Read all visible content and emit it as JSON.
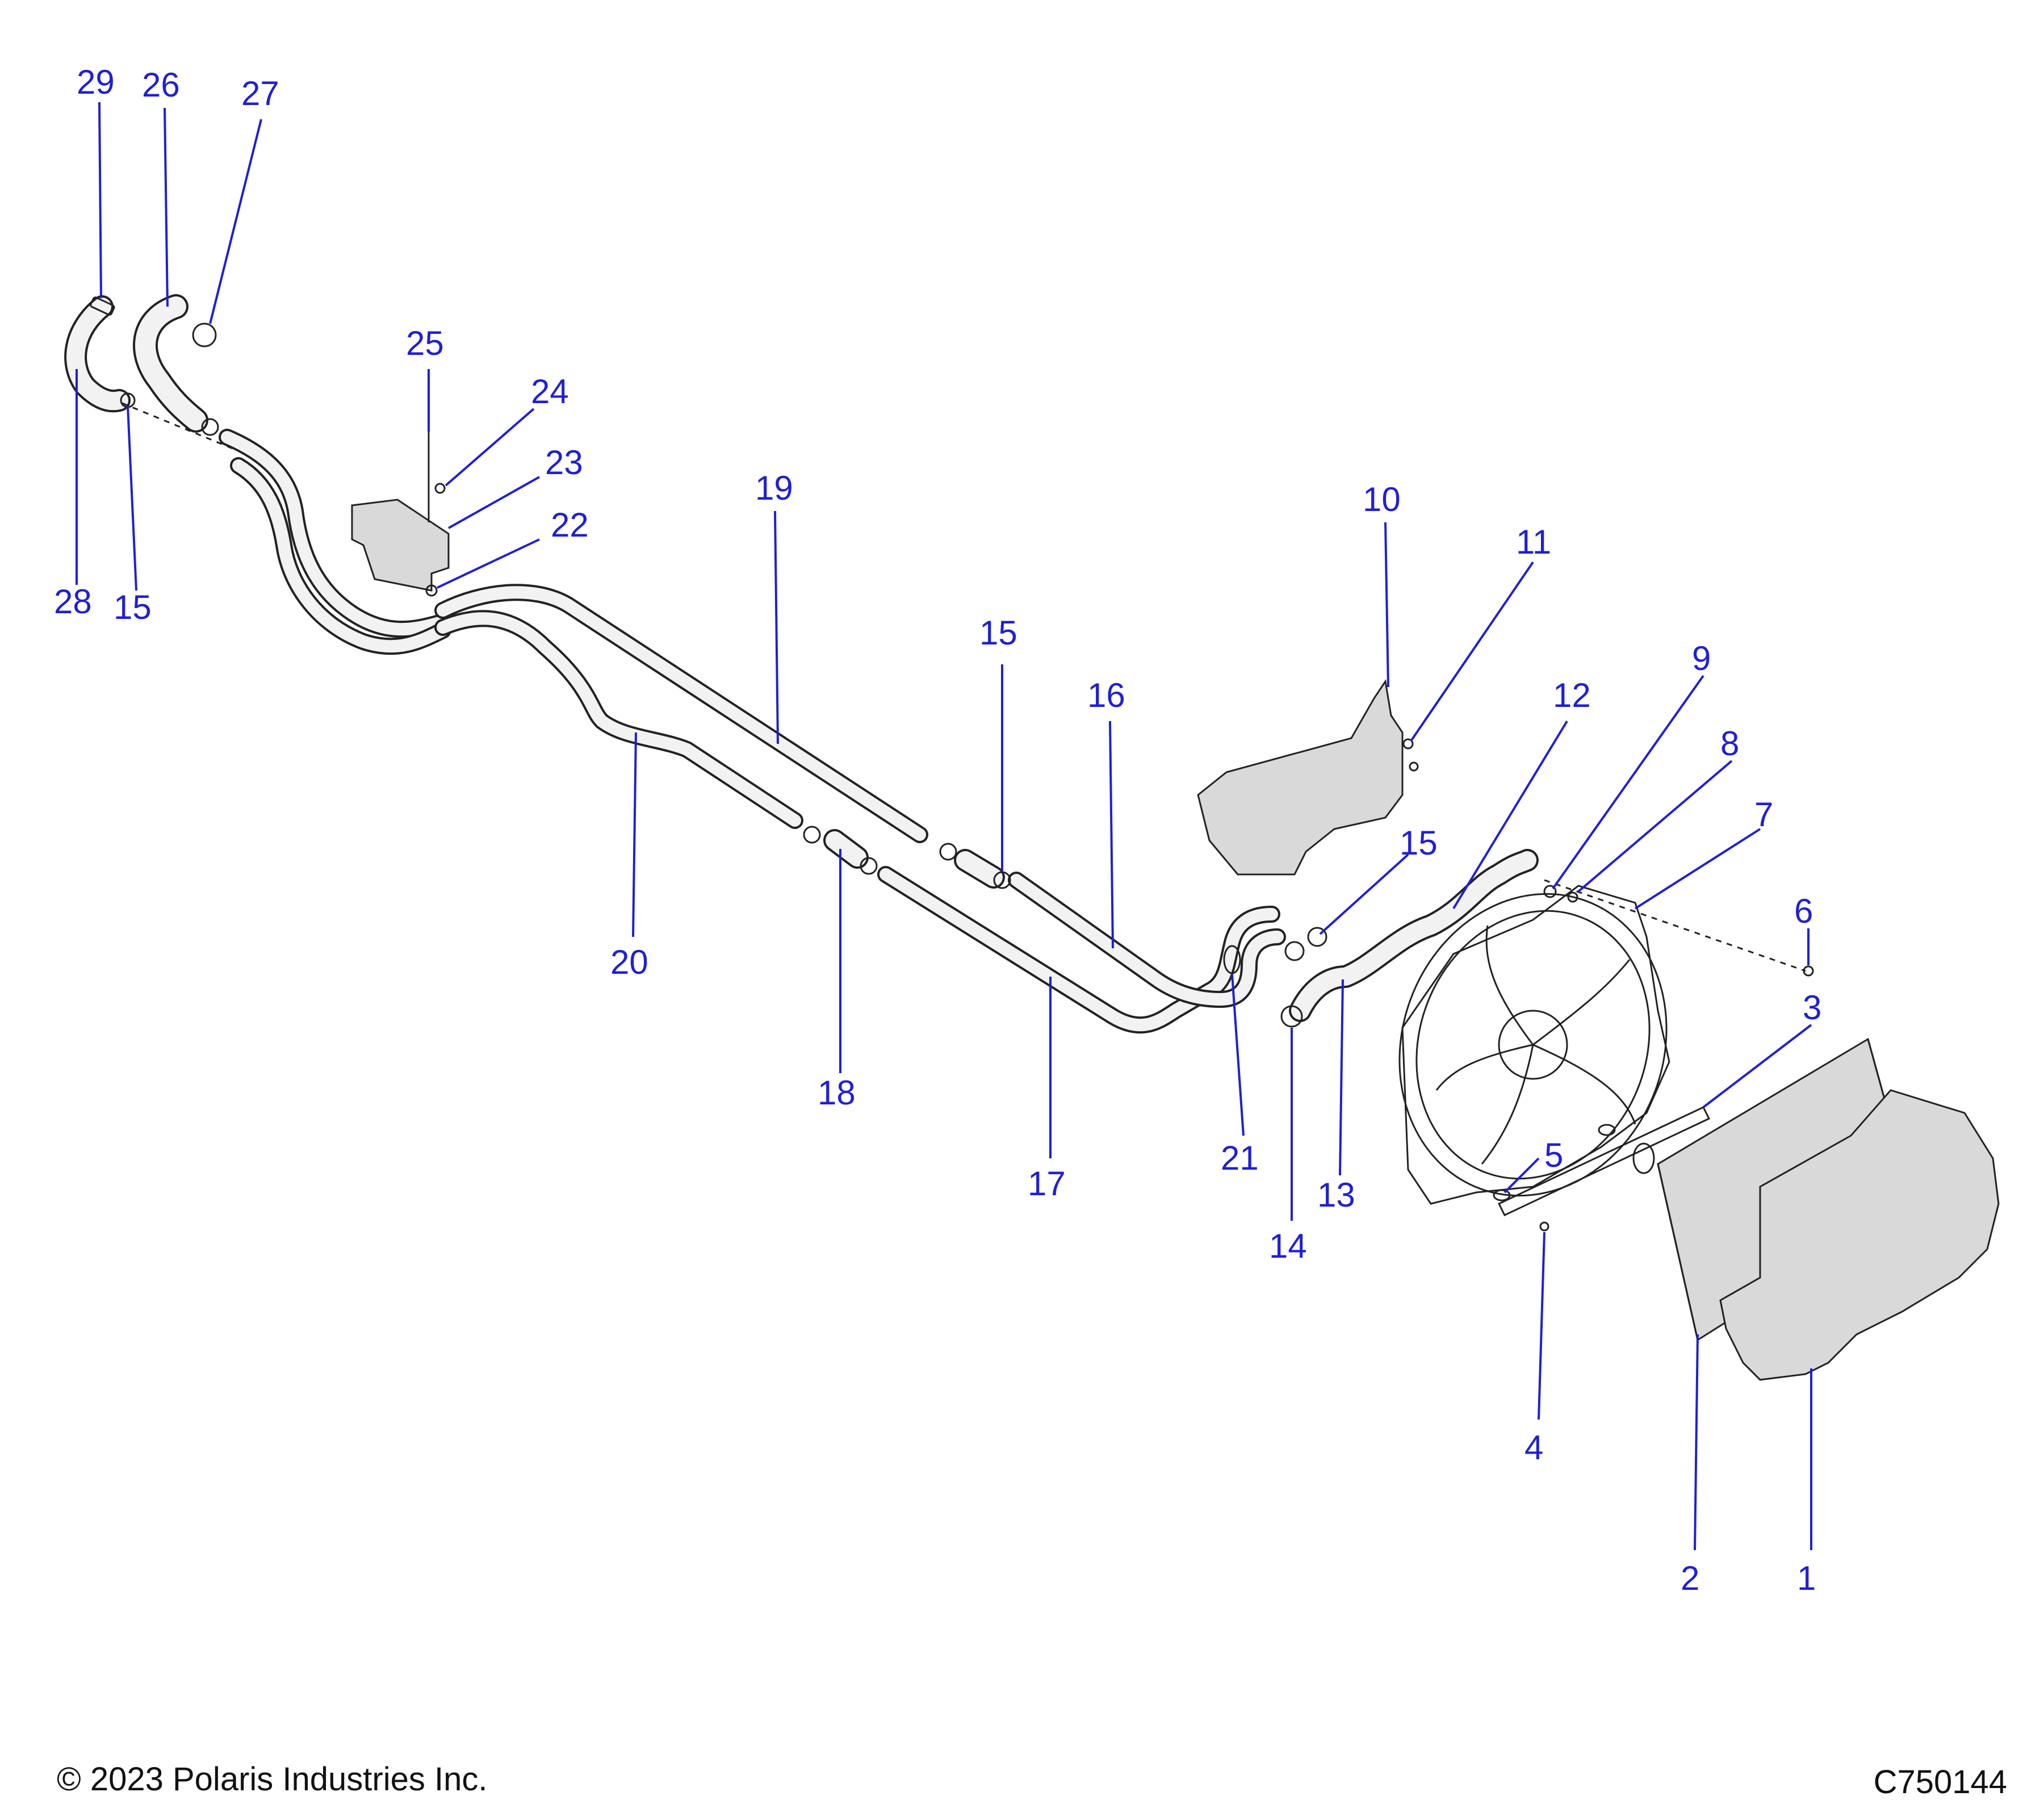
{
  "footer": {
    "copyright": "© 2023 Polaris Industries Inc.",
    "diagram_code": "C750144"
  },
  "callouts": {
    "c1": "1",
    "c2": "2",
    "c3": "3",
    "c4": "4",
    "c5": "5",
    "c6": "6",
    "c7": "7",
    "c8": "8",
    "c9": "9",
    "c10": "10",
    "c11": "11",
    "c12": "12",
    "c13": "13",
    "c14": "14",
    "c15a": "15",
    "c15b": "15",
    "c15c": "15",
    "c16": "16",
    "c17": "17",
    "c18": "18",
    "c19": "19",
    "c20": "20",
    "c21": "21",
    "c22": "22",
    "c23": "23",
    "c24": "24",
    "c25": "25",
    "c26": "26",
    "c27": "27",
    "c28": "28",
    "c29": "29"
  },
  "colors": {
    "callout": "#1f1fd6",
    "line": "#222222",
    "tube_fill": "#f2f2f2",
    "shield_fill": "#d9d9d9"
  }
}
